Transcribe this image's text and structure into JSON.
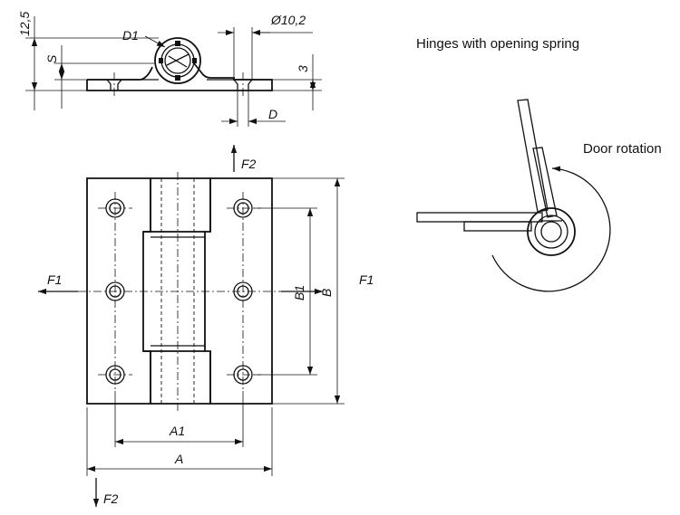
{
  "title": "Hinges with opening spring",
  "rotation_caption": "Door rotation",
  "dimensions": {
    "overall_height": "12,5",
    "s": "S",
    "d1": "D1",
    "hole_dia": "Ø10,2",
    "thickness": "3",
    "d": "D",
    "a": "A",
    "a1": "A1",
    "b": "B",
    "b1": "B1"
  },
  "forces": {
    "f1_left": "F1",
    "f1_right": "F1",
    "f2_top": "F2",
    "f2_bottom": "F2"
  }
}
